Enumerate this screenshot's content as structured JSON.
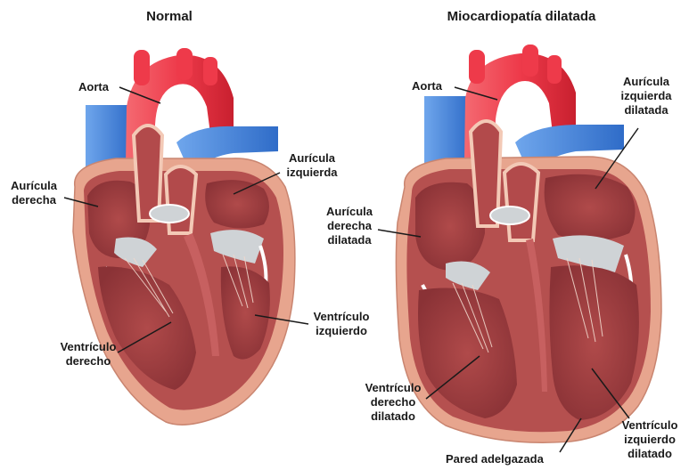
{
  "titles": {
    "normal": "Normal",
    "dilated": "Miocardiopatía dilatada"
  },
  "normal_labels": {
    "aorta": "Aorta",
    "right_atrium": "Aurícula\nderecha",
    "left_atrium": "Aurícula\nizquierda",
    "right_ventricle": "Ventrículo\nderecho",
    "left_ventricle": "Ventrículo\nizquierdo"
  },
  "dilated_labels": {
    "aorta": "Aorta",
    "left_atrium": "Aurícula\nizquierda\ndilatada",
    "right_atrium": "Aurícula\nderecha\ndilatada",
    "right_ventricle": "Ventrículo\nderecho\ndilatado",
    "thin_wall": "Pared adelgazada",
    "left_ventricle": "Ventrículo\nizquierdo\ndilatado"
  },
  "colors": {
    "aorta_red": "#ee3a4a",
    "vein_blue": "#4a86d8",
    "wall_outer": "#e7a58e",
    "myocardium": "#b5504f",
    "chamber": "#9e3e40",
    "valve_gray": "#cfd3d6"
  }
}
